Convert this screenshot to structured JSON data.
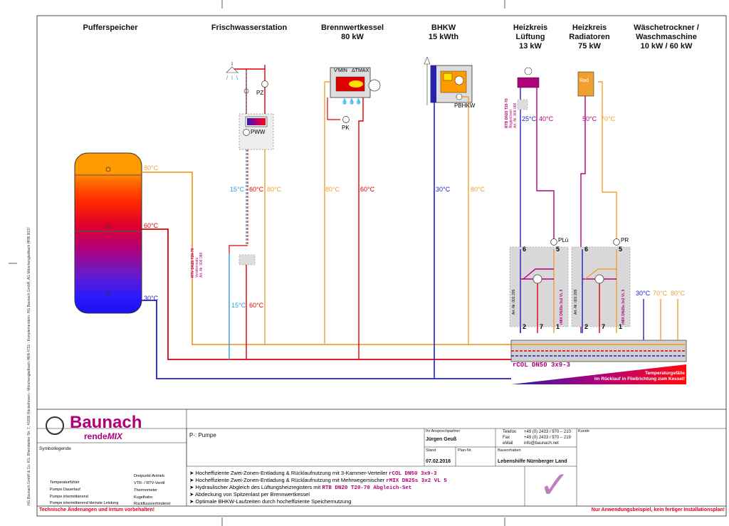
{
  "headers": {
    "puffer": "Pufferspeicher",
    "frisch": "Frischwasserstation",
    "brennwert_1": "Brennwertkessel",
    "brennwert_2": "80 kW",
    "bhkw_1": "BHKW",
    "bhkw_2": "15 kWth",
    "lueftung_1": "Heizkreis",
    "lueftung_2": "Lüftung",
    "lueftung_3": "13 kW",
    "radiatoren_1": "Heizkreis",
    "radiatoren_2": "Radiatoren",
    "radiatoren_3": "75 kW",
    "waesche_1": "Wäschetrockner /",
    "waesche_2": "Waschmaschine",
    "waesche_3": "10 kW / 60 kW"
  },
  "temps": {
    "t80": "80°C",
    "t60": "60°C",
    "t30": "30°C",
    "t15": "15°C",
    "t25": "25°C",
    "t40": "40°C",
    "t50": "50°C",
    "t70": "70°C"
  },
  "pumps": {
    "pz": "PZ",
    "pww": "PWW",
    "pk": "PK",
    "pbhkw": "PBHKW",
    "plu": "PLü",
    "pr": "PR"
  },
  "valve_labels": {
    "v6a": "6",
    "v5a": "5",
    "v2a": "2",
    "v7a": "7",
    "v1a": "1",
    "v6b": "6",
    "v5b": "5",
    "v2b": "2",
    "v7b": "7",
    "v1b": "1"
  },
  "boiler_labels": {
    "vmin": "V'MIN",
    "dtmax": "ΔTMAX",
    "rad": "Rad"
  },
  "rtv_label_a": "RTV DN25 T20-70",
  "rtv_label_b": "Ventileinsatz",
  "rtv_label_c": "Art.-Nr. 906 089",
  "rtb_label_a": "RTB DN20 T20-70",
  "rtb_label_b": "Abgleichset",
  "rtb_label_c": "Art.-Nr. 906 088",
  "rmix_label": "rMIX DN25s 3x2 VL 5",
  "rmix_art": "Art.-Nr. 001 205",
  "rcol_label": "rCOL DN50 3x9-3",
  "temperaturgefaelle_1": "Temperaturgefälle",
  "temperaturgefaelle_2": "im Rücklauf in Fließrichtung zum Kessel!",
  "side_text": "HG Baunach GmbH & Co. KG, Rheindahler Str. 7, 41836 Hückelhoven - Mönchengladbach HRA 4731 - Komplementärin: HG Baunach GmbH, AG Mönchengladbach HRB 9037",
  "titleblock": {
    "brand": "Baunach",
    "sub_brand_1": "rende",
    "sub_brand_2": "MIX",
    "symbollegende": "Symbollegende",
    "p_pumpe": "P-:   Pumpe",
    "ansprechpartner_label": "Ihr Ansprechpartner",
    "ansprechpartner": "Jürgen Geuß",
    "telefon_label": "Telefon",
    "fax_label": "Fax",
    "email_label": "eMail",
    "telefon": "+49 (0) 2433 / 970 – 210",
    "fax": "+49 (0) 2433 / 970 – 219",
    "email": "info@baunach.net",
    "kunde_label": "Kunde",
    "stand_label": "Stand",
    "plan_label": "Plan-Nr.",
    "bauvorhaben_label": "Bauvorhaben",
    "stand": "07.02.2018",
    "bauvorhaben": "Lebenshilfe Nürnberger Land",
    "legend": [
      "Temperaturfühler",
      "Pumpe Dauerlauf",
      "Pumpe intermittierend",
      "Pumpe intermittierend kleinste Leistung",
      "Dreipunkt-Antrieb",
      "VTR- / RTV-Ventil",
      "Thermometer",
      "Kugelhahn",
      "Rückflussverhinderer"
    ],
    "bullets": [
      {
        "text": "Hocheffiziente Zwei-Zonen-Entladung & Rücklaufnutzung mit 3-Kammer-Verteiler ",
        "code": "rCOL DN50 3x9-3"
      },
      {
        "text": "Hocheffiziente Zwei-Zonen-Entladung & Rücklaufnutzung mit Mehrwegemischer ",
        "code": "rMIX DN25s 3x2 VL 5"
      },
      {
        "text": "Hydraulischer Abgleich des Lüftungsheizregisters mit ",
        "code": "RTB DN20 T20-70 Abgleich-Set"
      },
      {
        "text": "Abdeckung von Spitzenlast per Brennwertkessel",
        "code": ""
      },
      {
        "text": "Optimale BHKW-Laufzeiten durch hocheffiziente Speichernutzung",
        "code": ""
      }
    ],
    "footer_left": "Technische Änderungen und Irrtum vorbehalten!",
    "footer_right": "Nur Anwendungsbeispiel, kein fertiger Installationsplan!"
  }
}
